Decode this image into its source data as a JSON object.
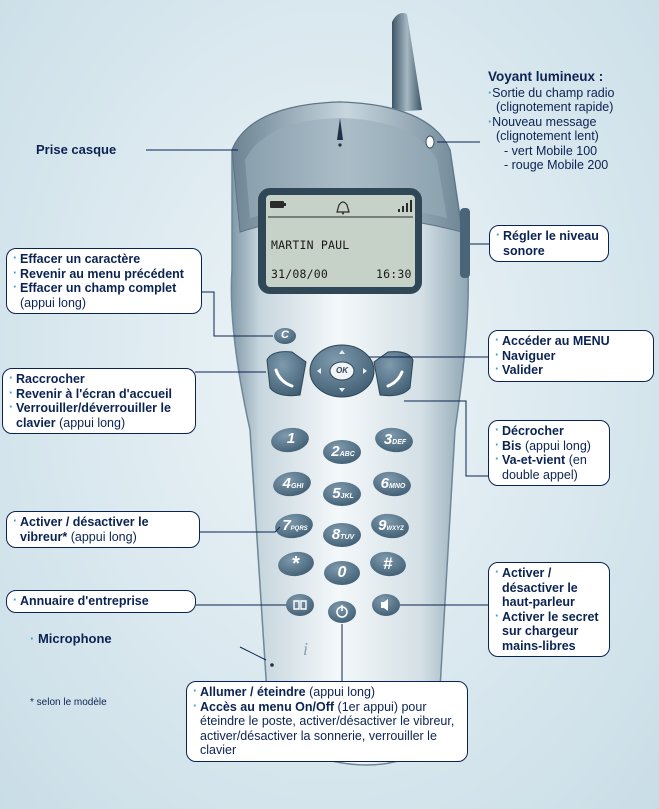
{
  "screen": {
    "name": "MARTIN PAUL",
    "date": "31/08/00",
    "time": "16:30"
  },
  "keypad": {
    "k1": "1",
    "k2": "2",
    "k2s": "ABC",
    "k3": "3",
    "k3s": "DEF",
    "k4": "4",
    "k4s": "GHI",
    "k5": "5",
    "k5s": "JKL",
    "k6": "6",
    "k6s": "MNO",
    "k7": "7",
    "k7s": "PQRS",
    "k8": "8",
    "k8s": "TUV",
    "k9": "9",
    "k9s": "WXYZ",
    "kstar": "*",
    "k0": "0",
    "khash": "#",
    "kok": "OK",
    "kc": "C"
  },
  "labels": {
    "prise_casque": "Prise casque",
    "microphone": "Microphone",
    "note": "* selon le modèle"
  },
  "voyant": {
    "title": "Voyant lumineux :",
    "item1": "Sortie du champ radio",
    "item1b": "(clignotement rapide)",
    "item2": "Nouveau message",
    "item2b": "(clignotement lent)",
    "sub1": "- vert Mobile 100",
    "sub2": "- rouge Mobile 200"
  },
  "callouts": {
    "regler": "Régler le niveau sonore",
    "effacer_car": "Effacer un caractère",
    "revenir_menu": "Revenir au menu précédent",
    "effacer_champ": "Effacer un champ complet",
    "appui_long": "(appui long)",
    "menu": "Accéder au MENU",
    "naviguer": "Naviguer",
    "valider": "Valider",
    "raccrocher": "Raccrocher",
    "revenir_accueil": "Revenir à l'écran d'accueil",
    "verrouiller": "Verrouiller/déverrouiller le clavier",
    "decrocher": "Décrocher",
    "bis": "Bis",
    "vaetvient": "Va-et-vient",
    "double_appel": "(en double appel)",
    "vibreur": "Activer / désactiver le vibreur*",
    "annuaire": "Annuaire d'entreprise",
    "hp": "Activer / désactiver le haut-parleur",
    "secret": "Activer le secret sur chargeur mains-libres",
    "allumer": "Allumer / éteindre",
    "acces": "Accès au menu On/Off",
    "premier": "(1er appui)",
    "acces_desc": "pour éteindre le poste, activer/désactiver le vibreur, activer/désactiver la sonnerie, verrouiller le clavier"
  }
}
